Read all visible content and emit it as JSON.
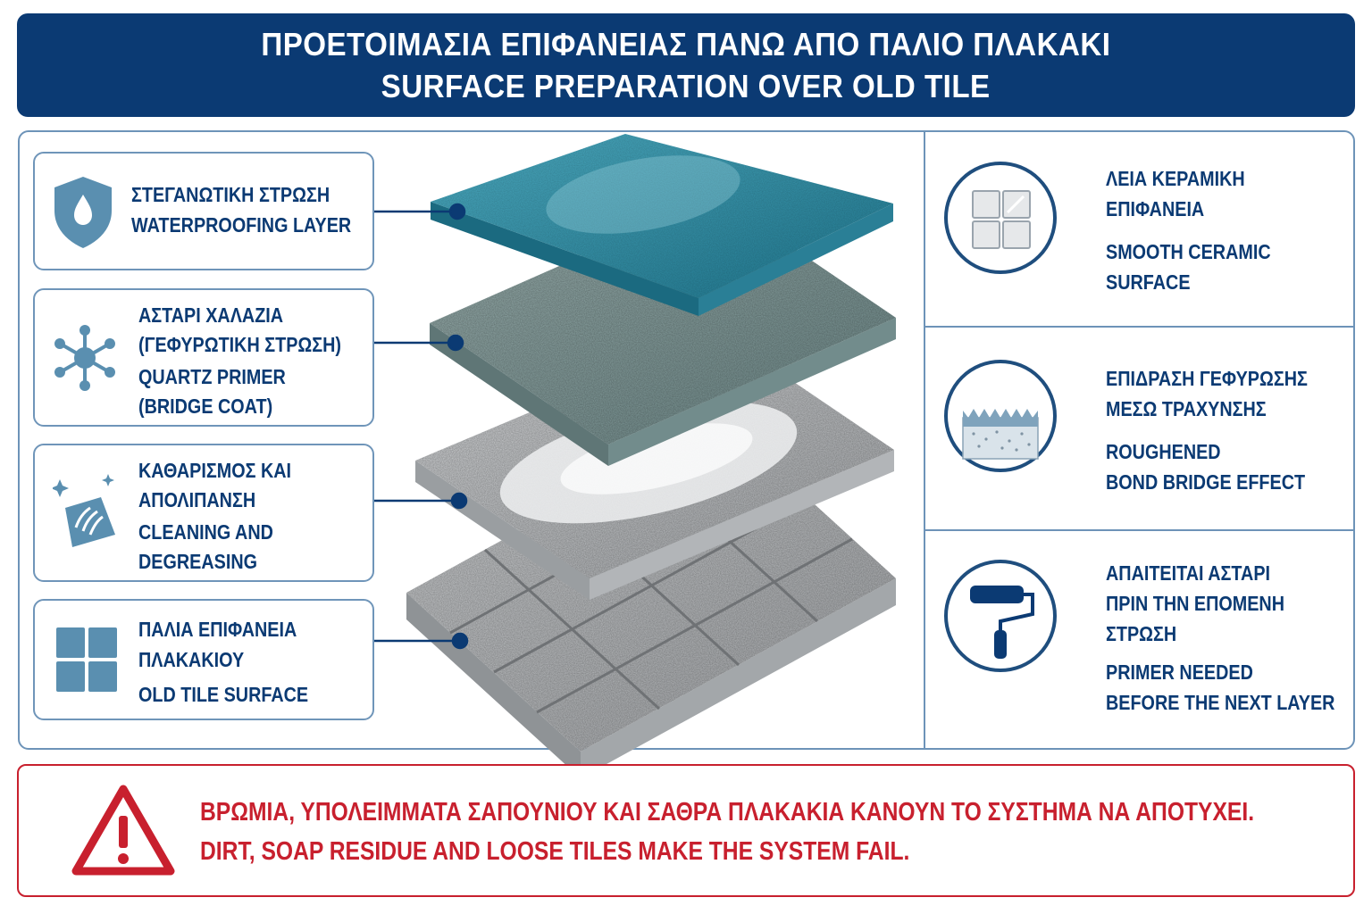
{
  "header": {
    "title_gr": "ΠΡΟΕΤΟΙΜΑΣΙΑ ΕΠΙΦΑΝΕΙΑΣ ΠΑΝΩ ΑΠΟ ΠΑΛΙΟ ΠΛΑΚΑΚΙ",
    "title_en": "SURFACE PREPARATION OVER OLD TILE"
  },
  "layers": [
    {
      "icon": "water-drop-shield-icon",
      "gr": [
        "ΣΤΕΓΑΝΩΤΙΚΗ ΣΤΡΩΣΗ"
      ],
      "en": [
        "WATERPROOFING LAYER"
      ]
    },
    {
      "icon": "molecule-icon",
      "gr": [
        "ΑΣΤΑΡΙ ΧΑΛΑΖΙΑ",
        "(ΓΕΦΥΡΩΤΙΚΗ ΣΤΡΩΣΗ)"
      ],
      "en": [
        "QUARTZ PRIMER",
        "(BRIDGE COAT)"
      ]
    },
    {
      "icon": "hand-wiping-icon",
      "gr": [
        "ΚΑΘΑΡΙΣΜΟΣ ΚΑΙ",
        "ΑΠΟΛΙΠΑΝΣΗ"
      ],
      "en": [
        "CLEANING AND",
        "DEGREASING"
      ]
    },
    {
      "icon": "tile-grid-icon",
      "gr": [
        "ΠΑΛΙΑ ΕΠΙΦΑΝΕΙΑ",
        "ΠΛΑΚΑΚΙΟΥ"
      ],
      "en": [
        "OLD TILE SURFACE"
      ]
    }
  ],
  "notes": [
    {
      "icon": "ceramic-tiles-icon",
      "gr": [
        "ΛΕΙΑ ΚΕΡΑΜΙΚΗ",
        "ΕΠΙΦΑΝΕΙΑ"
      ],
      "en": [
        "SMOOTH CERAMIC",
        "SURFACE"
      ]
    },
    {
      "icon": "rough-surface-icon",
      "gr": [
        "ΕΠΙΔΡΑΣΗ ΓΕΦΥΡΩΣΗΣ",
        "ΜΕΣΩ ΤΡΑΧΥΝΣΗΣ"
      ],
      "en": [
        "ROUGHENED",
        "BOND BRIDGE EFFECT"
      ]
    },
    {
      "icon": "paint-roller-icon",
      "gr": [
        "ΑΠΑΙΤΕΙΤΑΙ ΑΣΤΑΡΙ",
        "ΠΡΙΝ ΤΗΝ ΕΠΟΜΕΝΗ",
        "ΣΤΡΩΣΗ"
      ],
      "en": [
        "PRIMER NEEDED",
        "BEFORE THE NEXT LAYER"
      ]
    }
  ],
  "warning": {
    "icon": "warning-triangle-icon",
    "gr": "ΒΡΩΜΙΑ, ΥΠΟΛΕΙΜΜΑΤΑ ΣΑΠΟΥΝΙΟΥ ΚΑΙ ΣΑΘΡΑ ΠΛΑΚΑΚΙΑ ΚΑΝΟΥΝ ΤΟ ΣΥΣΤΗΜΑ ΝΑ ΑΠΟΤΥΧΕΙ.",
    "en": "DIRT, SOAP RESIDUE AND LOOSE TILES MAKE THE SYSTEM FAIL."
  },
  "colors": {
    "navy": "#0b3a73",
    "icon_blue": "#5a8fb0",
    "warning_red": "#c8202e",
    "waterproof_teal": "#2e8ea6",
    "primer_grey_green": "#7f9898",
    "clean_grey": "#c4c6c8",
    "tile_grey": "#b9bcbe"
  }
}
